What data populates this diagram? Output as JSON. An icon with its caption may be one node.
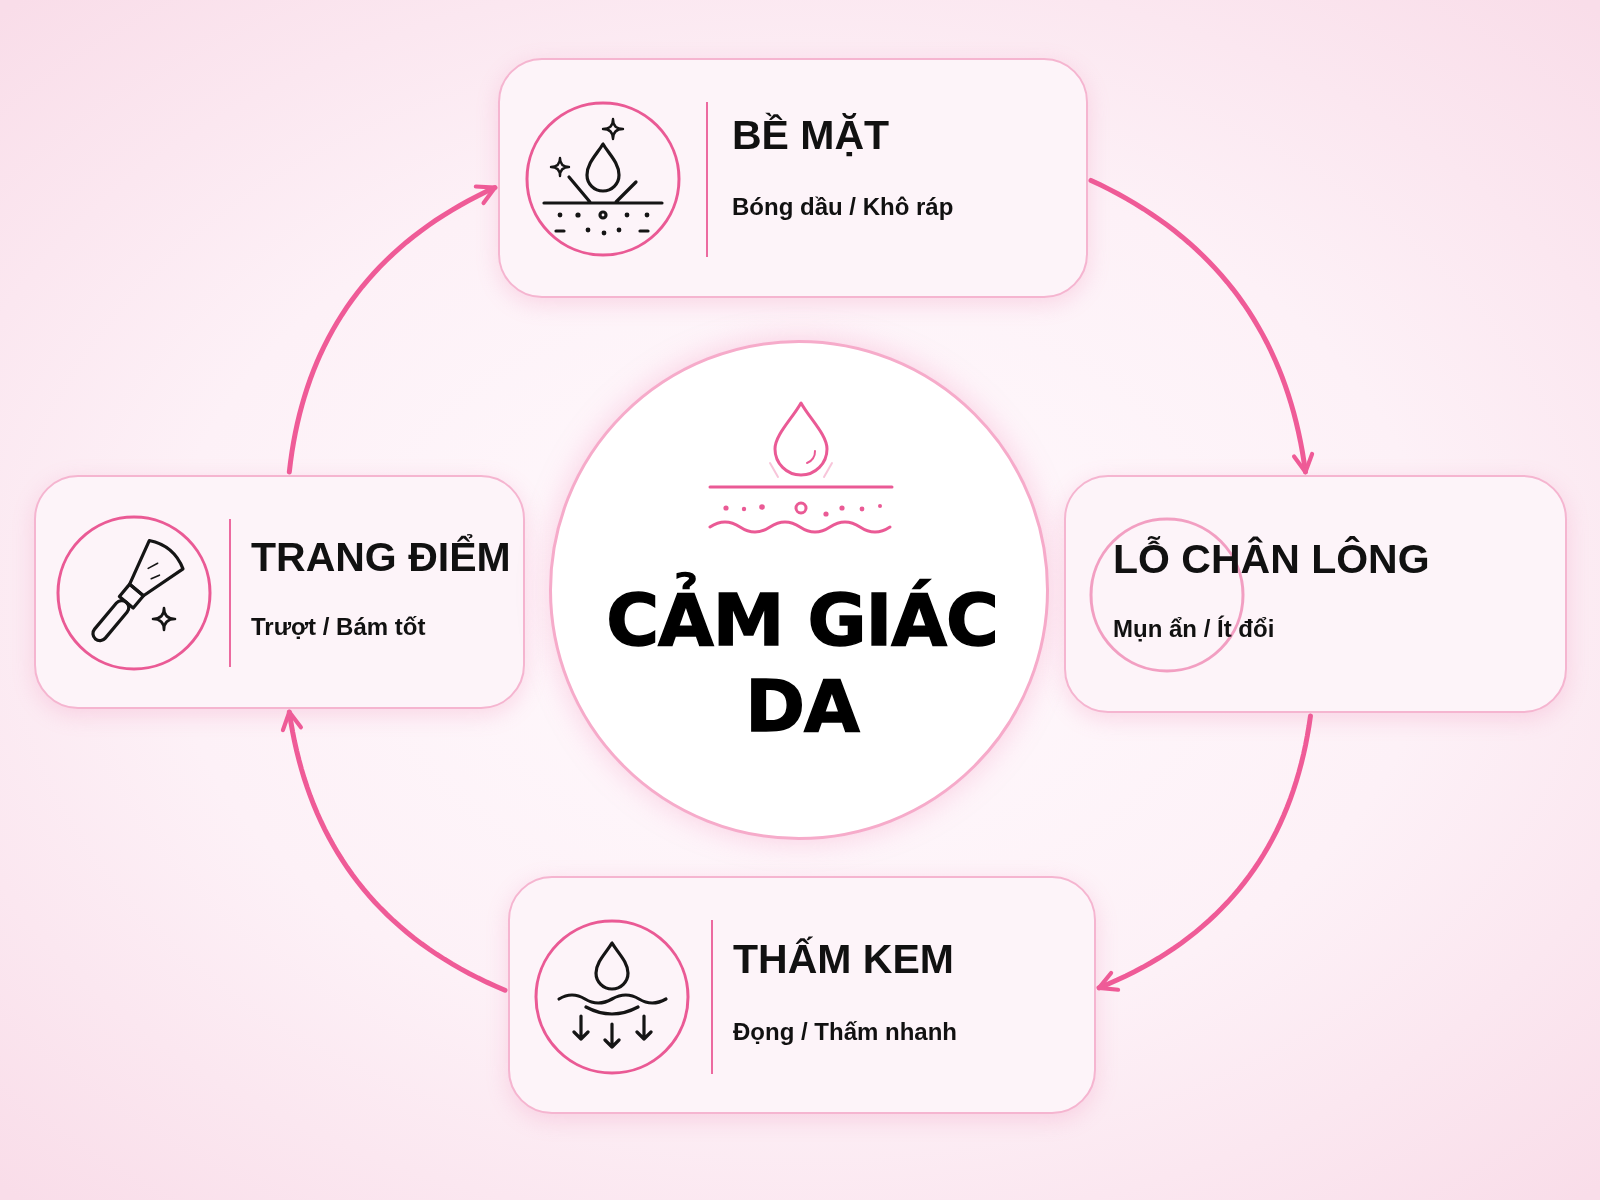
{
  "diagram": {
    "nodes": [
      {
        "text": [
          "BỀ MẶT",
          "Bóng dầu / Khô ráp"
        ]
      },
      {
        "text": [
          "TRANG ĐIỂM",
          "Trượt / Bám tốt"
        ]
      },
      {
        "text": [
          "CẢM GIÁC DA"
        ]
      },
      {
        "text": [
          "LỖ CHÂN LÔNG",
          "Mụn ẩn / Ít đổi"
        ]
      },
      {
        "text": [
          "THẤM KEM",
          "Đọng / Thấm nhanh"
        ]
      }
    ],
    "edges": [
      {
        "from": 0,
        "to": 3,
        "arrow": "to"
      },
      {
        "from": 3,
        "to": 4,
        "arrow": "to"
      },
      {
        "from": 4,
        "to": 1,
        "arrow": "to"
      },
      {
        "from": 1,
        "to": 0,
        "arrow": "to"
      }
    ]
  }
}
